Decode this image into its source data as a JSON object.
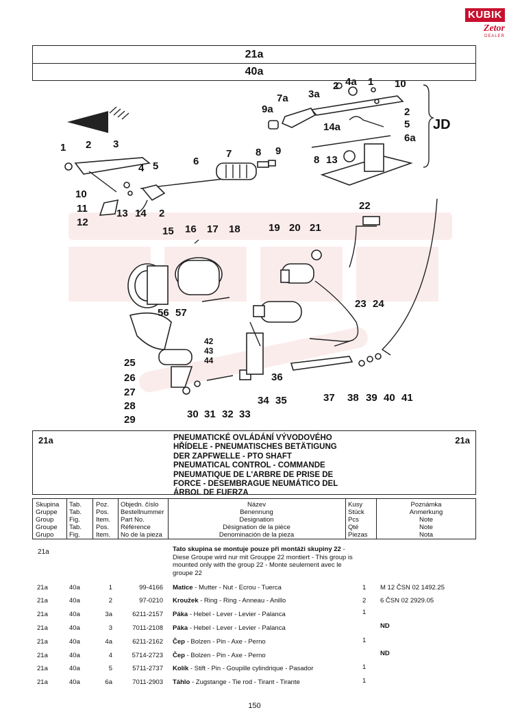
{
  "logo": {
    "brand": "KUBIK",
    "sub": "Zetor",
    "tag": "DEALER"
  },
  "header": {
    "group": "21a",
    "table": "40a"
  },
  "diagram": {
    "callouts": [
      "1",
      "2",
      "3",
      "4",
      "5",
      "6",
      "7",
      "8",
      "9",
      "10",
      "11",
      "12",
      "13",
      "14",
      "2",
      "2",
      "4a",
      "1",
      "10",
      "7a",
      "3a",
      "9a",
      "2",
      "5",
      "14a",
      "6a",
      "8",
      "13",
      "JD",
      "22",
      "15",
      "16",
      "17",
      "18",
      "19",
      "20",
      "21",
      "23",
      "24",
      "56",
      "57",
      "25",
      "26",
      "27",
      "28",
      "29",
      "30",
      "31",
      "32",
      "33",
      "34",
      "35",
      "36",
      "37",
      "38",
      "39",
      "40",
      "41",
      "42",
      "43",
      "44"
    ]
  },
  "title_block": {
    "group_left": "21a",
    "group_right": "21a",
    "lines": [
      "PNEUMATICKÉ OVLÁDÁNÍ VÝVODOVÉHO",
      "HŘÍDELE - PNEUMATISCHES BETÄTIGUNG",
      "DER ZAPFWELLE - PTO SHAFT",
      "PNEUMATICAL CONTROL - COMMANDE",
      "PNEUMATIQUE DE L'ARBRE DE PRISE DE",
      "FORCE - DESEMBRAGUE NEUMÁTICO DEL",
      "ÁRBOL DE FUERZA"
    ]
  },
  "columns": {
    "group": [
      "Skupina",
      "Gruppe",
      "Group",
      "Groupe",
      "Grupo"
    ],
    "tab": [
      "Tab.",
      "Tab.",
      "Fig.",
      "Tab.",
      "Fig."
    ],
    "pos": [
      "Poz.",
      "Pos.",
      "Item.",
      "Pos.",
      "Item."
    ],
    "order": [
      "Objedn. číslo",
      "Bestellnummer",
      "Part No.",
      "Référence",
      "No de la pieza"
    ],
    "name": [
      "Název",
      "Benennung",
      "Designation",
      "Désignation de la pièce",
      "Denominación de la pieza"
    ],
    "qty": [
      "Kusy",
      "Stück",
      "Pcs",
      "Qté",
      "Piezas"
    ],
    "note": [
      "Poznámka",
      "Anmerkung",
      "Note",
      "Note",
      "Nota"
    ]
  },
  "note": {
    "group": "21a",
    "bold": "Tato skupina se montuje pouze při montáži skupiny 22",
    "rest": " - Diese Groupe wird nur mit Grouppe 22 montiert - This group is mounted  only with the group 22 -  Monte seulement avec le groupe 22"
  },
  "rows": [
    {
      "group": "21a",
      "tab": "40a",
      "pos": "1",
      "order": "99-4166",
      "name_bold": "Matice",
      "name_rest": " - Mutter - Nut - Ecrou - Tuerca",
      "qty": "1",
      "note": "M 12 ČSN 02 1492.25",
      "note_bold": false
    },
    {
      "group": "21a",
      "tab": "40a",
      "pos": "2",
      "order": "97-0210",
      "name_bold": "Kroužek",
      "name_rest": " - Ring - Ring - Anneau - Anillo",
      "qty": "2",
      "note": "6 ČSN 02 2929.05",
      "note_bold": false
    },
    {
      "group": "21a",
      "tab": "40a",
      "pos": "3a",
      "order": "6211-2157",
      "name_bold": "Páka",
      "name_rest": " - Hebel - Lever - Levier - Palanca",
      "qty": "1",
      "note": "",
      "note_bold": false
    },
    {
      "group": "21a",
      "tab": "40a",
      "pos": "3",
      "order": "7011-2108",
      "name_bold": "Páka",
      "name_rest": " - Hebel - Lever - Levier - Palanca",
      "qty": "",
      "note": "ND",
      "note_bold": true
    },
    {
      "group": "21a",
      "tab": "40a",
      "pos": "4a",
      "order": "6211-2162",
      "name_bold": "Čep",
      "name_rest": " - Bolzen - Pin - Axe - Perno",
      "qty": "1",
      "note": "",
      "note_bold": false
    },
    {
      "group": "21a",
      "tab": "40a",
      "pos": "4",
      "order": "5714-2723",
      "name_bold": "Čep",
      "name_rest": " - Bolzen - Pin - Axe - Perno",
      "qty": "",
      "note": "ND",
      "note_bold": true
    },
    {
      "group": "21a",
      "tab": "40a",
      "pos": "5",
      "order": "5711-2737",
      "name_bold": "Kolík",
      "name_rest": " - Stift - Pin - Goupille cylindrique - Pasador",
      "qty": "1",
      "note": "",
      "note_bold": false
    },
    {
      "group": "21a",
      "tab": "40a",
      "pos": "6a",
      "order": "7011-2903",
      "name_bold": "Táhlo",
      "name_rest": " - Zugstange - Tie rod - Tirant - Tirante",
      "qty": "1",
      "note": "",
      "note_bold": false
    }
  ],
  "page_number": "150"
}
